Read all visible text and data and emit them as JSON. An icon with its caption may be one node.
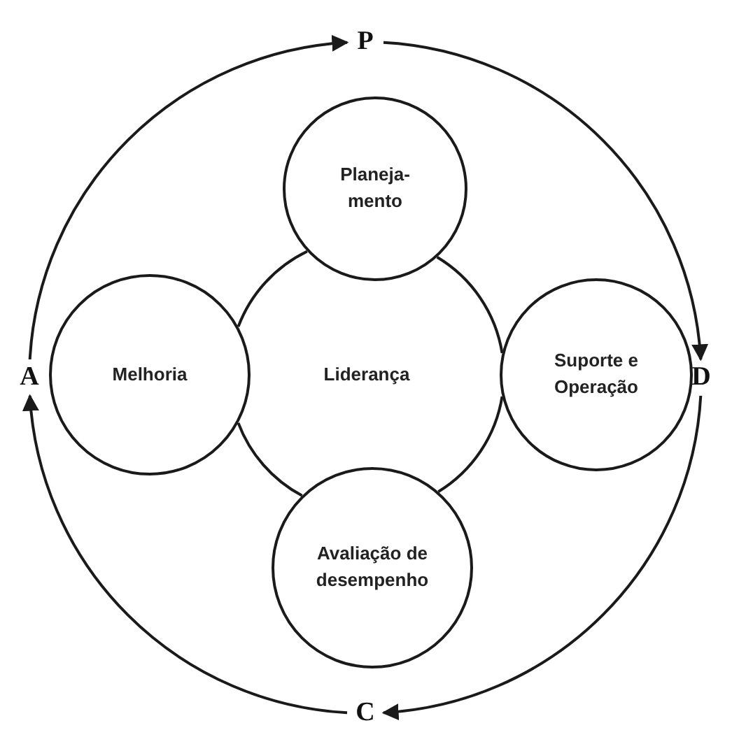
{
  "diagram": {
    "nodes": [
      {
        "text": [
          "P"
        ]
      },
      {
        "text": [
          "Planeja- mento"
        ]
      },
      {
        "text": [
          "A"
        ]
      },
      {
        "text": [
          "Melhoria"
        ]
      },
      {
        "text": [
          "Liderança"
        ]
      },
      {
        "text": [
          "Suporte e Operação"
        ]
      },
      {
        "text": [
          "D"
        ]
      },
      {
        "text": [
          "Avaliação de desempenho"
        ]
      },
      {
        "text": [
          "C"
        ]
      }
    ],
    "edges": [
      {
        "from": 0,
        "to": 6,
        "arrow": "to"
      },
      {
        "from": 6,
        "to": 8,
        "arrow": "to"
      },
      {
        "from": 8,
        "to": 2,
        "arrow": "to"
      },
      {
        "from": 2,
        "to": 0,
        "arrow": "to"
      }
    ]
  }
}
